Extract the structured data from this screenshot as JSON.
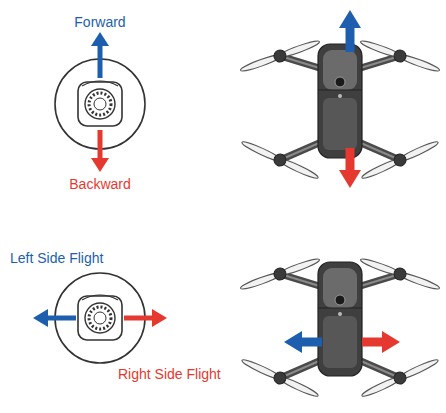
{
  "diagram": {
    "labels": [
      "Forward",
      "Backward",
      "Left Side Flight",
      "Right Side Flight"
    ]
  }
}
